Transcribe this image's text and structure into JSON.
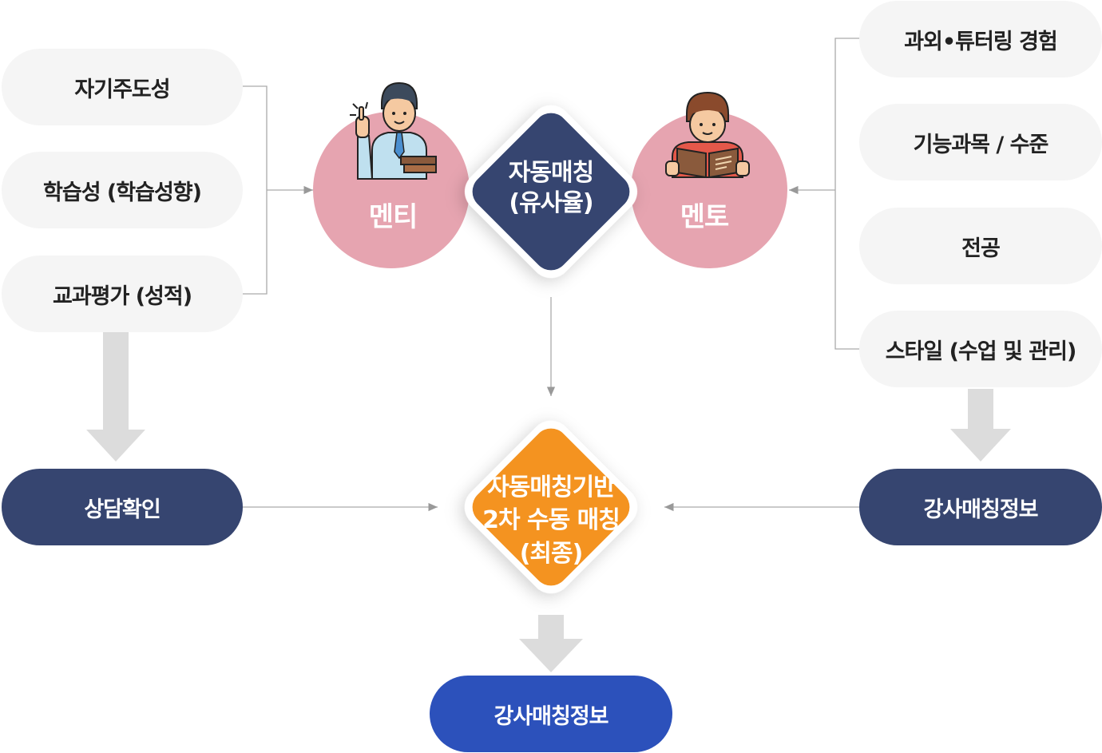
{
  "left_criteria": [
    "자기주도성",
    "학습성 (학습성향)",
    "교과평가 (성적)"
  ],
  "right_criteria": [
    "과외•튜터링 경험",
    "기능과목 / 수준",
    "전공",
    "스타일 (수업 및 관리)"
  ],
  "mentee_label": "멘티",
  "mentor_label": "멘토",
  "auto_match": {
    "line1": "자동매칭",
    "line2": "(유사율)"
  },
  "consult_label": "상담확인",
  "right_result_label": "강사매칭정보",
  "manual_match": {
    "line1": "자동매칭기반",
    "line2": "2차 수동 매칭",
    "line3": "(최종)"
  },
  "final_label": "강사매칭정보",
  "colors": {
    "navy": "#364570",
    "pink": "#e6a4b0",
    "orange": "#f49320",
    "blue": "#2c51bb",
    "pill_gray": "#f5f5f5",
    "arrow_gray": "#dcdcdc"
  },
  "icons": [
    "mentee-person-icon",
    "mentor-reading-icon"
  ]
}
